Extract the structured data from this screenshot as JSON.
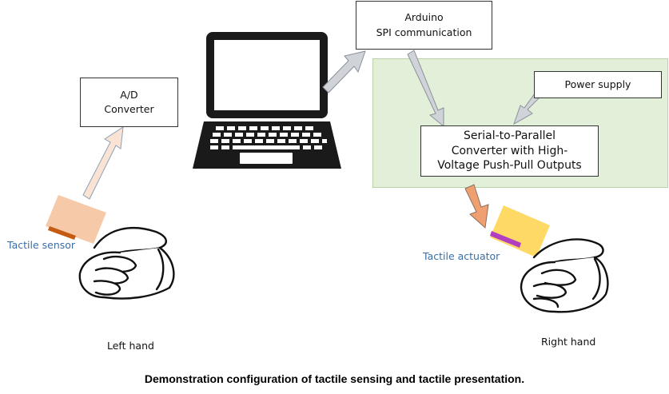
{
  "boxes": {
    "arduino": "Arduino\nSPI communication",
    "ad_converter": "A/D\nConverter",
    "power_supply": "Power supply",
    "serial_parallel": "Serial-to-Parallel\nConverter with High-\nVoltage Push-Pull Outputs"
  },
  "labels": {
    "tactile_sensor": "Tactile sensor",
    "tactile_actuator": "Tactile actuator",
    "left_hand": "Left hand",
    "right_hand": "Right hand"
  },
  "caption": "Demonstration configuration of tactile sensing and tactile presentation.",
  "colors": {
    "green_region": "#e3f0d9",
    "arrow_gray": "#d0d4d9",
    "arrow_peach": "#fbe3d3",
    "arrow_orange": "#f0a070",
    "sensor_pad": "#f6c9a8",
    "sensor_strip": "#c55a11",
    "actuator_pad": "#ffd966",
    "actuator_strip": "#b040c0",
    "label_blue": "#3a6ea5"
  },
  "icons": {
    "laptop": "laptop-icon",
    "left_hand": "pointing-hand-left-icon",
    "right_hand": "pointing-hand-right-icon"
  }
}
